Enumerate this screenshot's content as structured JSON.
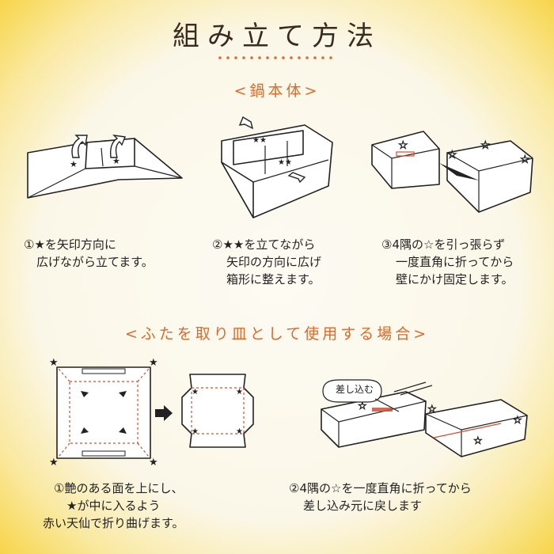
{
  "title": "組み立て方法",
  "section_pot": "<鍋本体>",
  "section_lid": "<ふたを取り皿として使用する場合>",
  "steps_pot": [
    {
      "line1": "①★を矢印方向に",
      "line2": "広げながら立てます。"
    },
    {
      "line1": "②★★を立てながら",
      "line2": "矢印の方向に広げ",
      "line3": "箱形に整えます。"
    },
    {
      "line1": "③4隅の☆を引っ張らず",
      "line2": "一度直角に折ってから",
      "line3": "壁にかけ固定します。"
    }
  ],
  "steps_lid": [
    {
      "line1": "①艶のある面を上にし、",
      "line2": "★が中に入るよう",
      "line3": "赤い天仙で折り曲げます。"
    },
    {
      "line1": "②4隅の☆を一度直角に折ってから",
      "line2": "差し込み元に戻します"
    }
  ],
  "callout": "差し込む",
  "colors": {
    "accent": "#e0692a",
    "frame": "#f7d54a",
    "text": "#222222"
  },
  "icons": [
    "arrow-icon",
    "star-icon",
    "right-arrow-icon"
  ]
}
